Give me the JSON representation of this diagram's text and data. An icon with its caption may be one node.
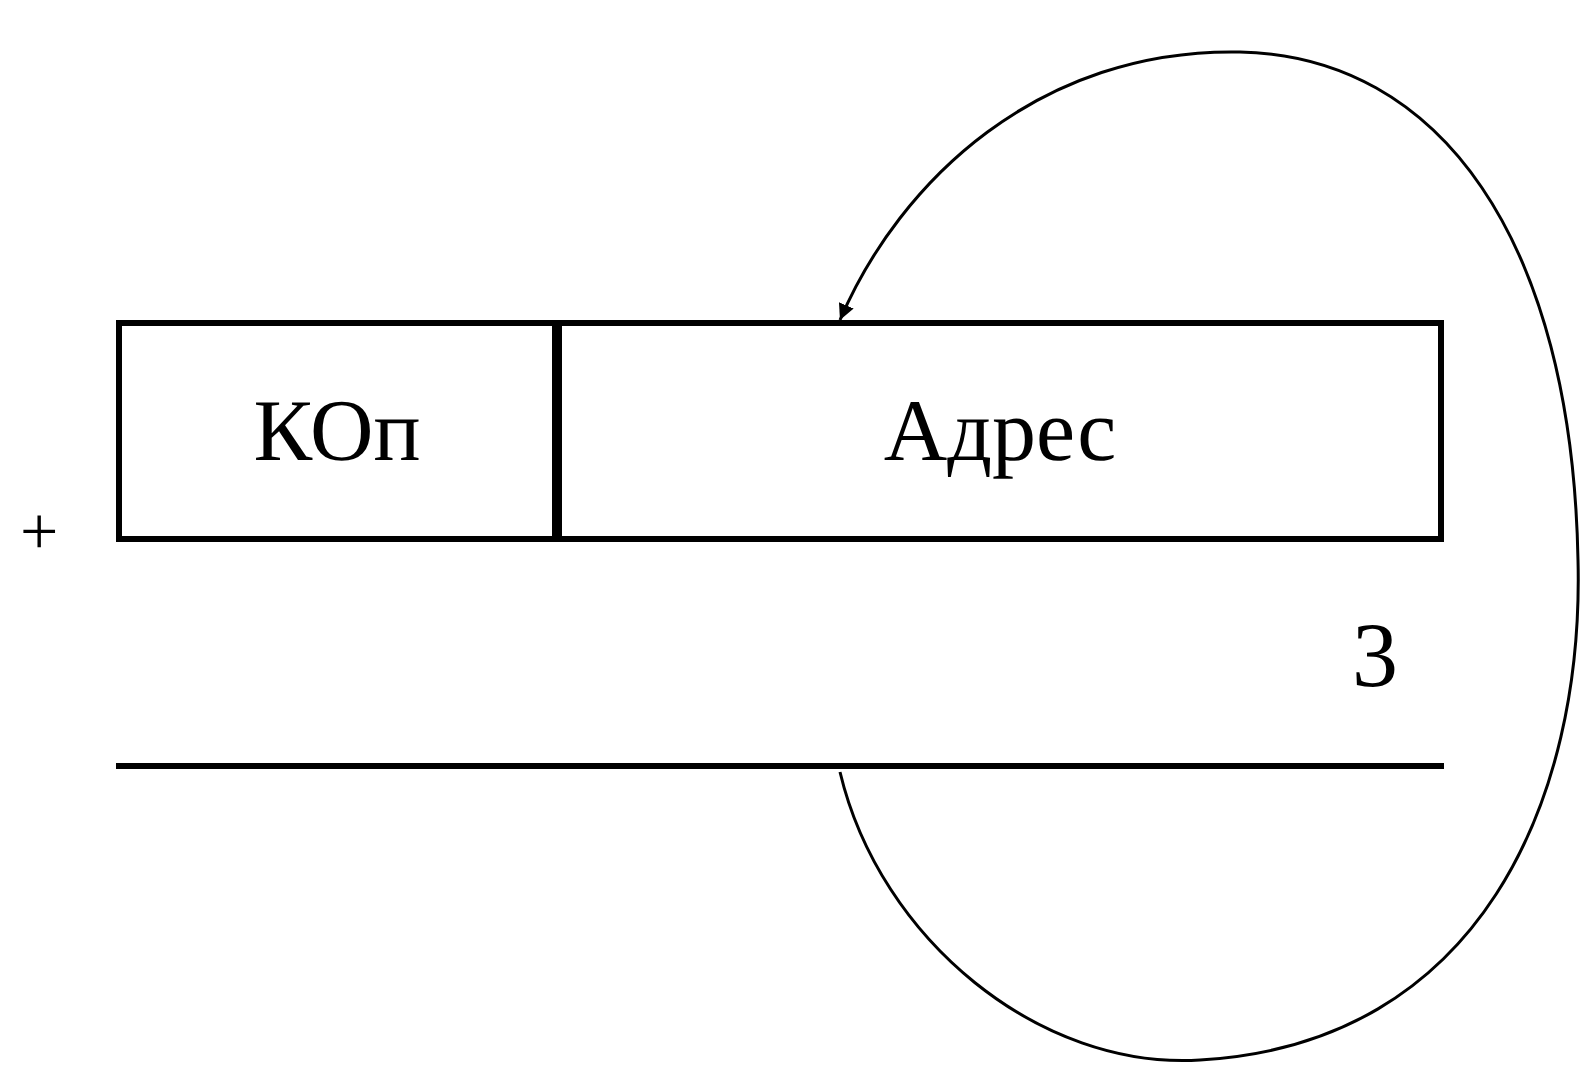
{
  "diagram": {
    "nodes": [
      {
        "text": [
          "КОп"
        ]
      },
      {
        "text": [
          "Адрес"
        ]
      }
    ],
    "edges": [
      {
        "from": null,
        "to": 1,
        "arrow": "to"
      }
    ],
    "labels": [
      "+",
      "3"
    ]
  }
}
